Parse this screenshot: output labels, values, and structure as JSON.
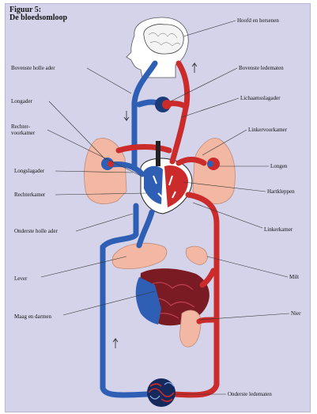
{
  "figure": {
    "title_line1": "Figuur 5:",
    "title_line2": "De bloedsomloop"
  },
  "labels": {
    "head_brain": "Hoofd en hersenen",
    "superior_vena_cava": "Bovenste holle ader",
    "upper_limbs": "Bovenste ledematen",
    "aorta": "Lichaamsslagader",
    "pulmonary_vein": "Longader",
    "left_atrium": "Linkervoorkamer",
    "right_atrium_line1": "Rechter-",
    "right_atrium_line2": "voorkamer",
    "lungs": "Longen",
    "pulmonary_artery": "Longslagader",
    "heart_valves": "Hartkleppen",
    "right_ventricle": "Rechterkamer",
    "left_ventricle": "Linkerkamer",
    "inferior_vena_cava": "Onderste holle ader",
    "liver": "Lever",
    "spleen": "Milt",
    "stomach_intestines": "Maag en darmen",
    "kidney": "Nier",
    "lower_limbs": "Onderste ledematen"
  },
  "colors": {
    "background": "#d4d3ea",
    "oxygenated_blood": "#cc2b2b",
    "deoxygenated_blood": "#2e5fb4",
    "organ_pink": "#f2b8a4",
    "dark_organ": "#7a1a22",
    "leader_line": "#333333"
  }
}
